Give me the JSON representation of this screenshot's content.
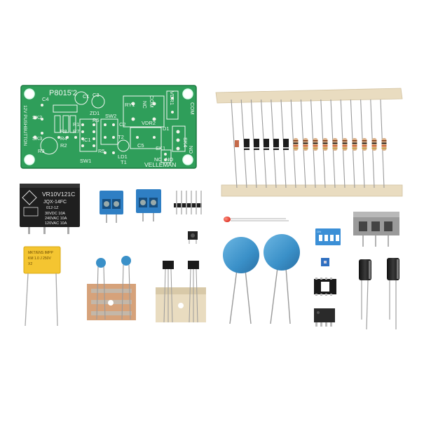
{
  "pcb": {
    "code": "P8015'2",
    "brand": "VELLEMAN",
    "labels": {
      "ry1": "RY1",
      "vdr2": "VDR2",
      "vdr1": "VDR1",
      "com_a": "COM",
      "com_b": "COM",
      "nc_a": "NC",
      "nc_b": "NC",
      "no_a": "NO",
      "no_b": "NO",
      "sk1": "SK1",
      "sk2": "SK2",
      "sk3": "SK3",
      "sk4": "SK4",
      "sw1": "SW1",
      "sw2": "SW2",
      "ic1": "IC1",
      "c1": "C1",
      "c2": "C2",
      "c3": "C3",
      "c4": "C4",
      "c5": "C5",
      "r1": "R1",
      "r2": "R2",
      "r3": "R3",
      "r4": "R4",
      "r5": "R5",
      "r6": "R6",
      "r7": "R7",
      "r8": "R8",
      "zd1": "ZD1",
      "d1": "D1",
      "ld1": "LD1",
      "t1": "T1",
      "t2": "T2",
      "side_left": "12V PUSHBUTTON"
    }
  },
  "relay": {
    "model": "VR10V121C",
    "type": "JQX-14FC",
    "sub": "012-1Z",
    "rating1": "30VDC 10A",
    "rating2": "240VAC 10A",
    "rating3": "120VAC 10A"
  },
  "capacitor_yellow": {
    "line1": "MKT/ENS IMPP",
    "line2": "KM 1.0  J  250V",
    "line3": "X2"
  },
  "colors": {
    "pcb": "#2f9e5a",
    "pcb_dark": "#1f7a42",
    "silk": "#f2f7f2",
    "terminal_blue": "#2f7fc4",
    "relay": "#1f1f1f",
    "varistor": "#3c93c9",
    "tape": "#e9dcc0",
    "led": "#d9281b"
  }
}
